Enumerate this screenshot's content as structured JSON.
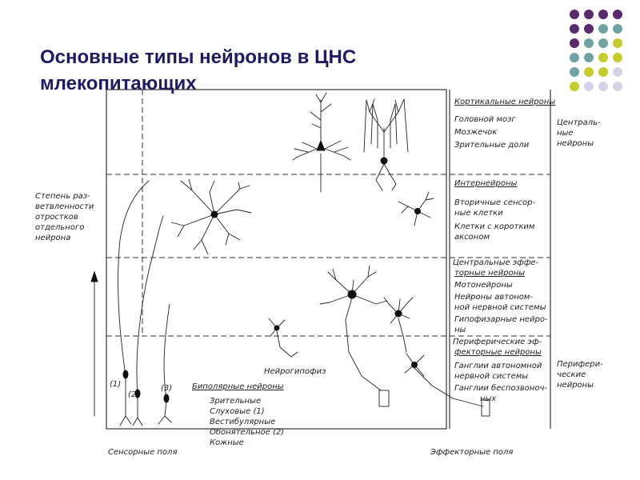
{
  "title": "Основные типы нейронов в ЦНС млекопитающих",
  "colors": {
    "title": "#1f1a66",
    "dot_purple": "#5b2a6e",
    "dot_teal": "#6fa3a3",
    "dot_yellow": "#c6cc2e",
    "dot_lavender": "#d6d3e8"
  },
  "left_axis_label": [
    "Степень раз-",
    "ветвленности",
    "отростков",
    "отдельного",
    "нейрона"
  ],
  "right_labels": {
    "central": [
      "Централь-",
      "ные",
      "нейроны"
    ],
    "peripheral": [
      "Перифери-",
      "ческие",
      "нейроны"
    ]
  },
  "sections": [
    {
      "header": "Кортикальные нейроны",
      "items": [
        "Головной мозг",
        "Мозжечок",
        "Зрительные доли"
      ]
    },
    {
      "header": "Интернейроны",
      "items": [
        "Вторичные сенсор-",
        "ные клетки",
        "Клетки с коротким",
        "аксоном"
      ]
    },
    {
      "header": "Центральные эффе-",
      "header2": "торные нейроны",
      "items": [
        "Мотонейроны",
        "Нейроны автоном-",
        "ной нервной системы",
        "Гипофизарные нейро-",
        "ны"
      ]
    },
    {
      "header": "Периферические эф-",
      "header2": "фекторные нейроны",
      "items": [
        "Ганглии автономной",
        "нервной системы",
        "Ганглии беспозвоноч-",
        "ных"
      ]
    }
  ],
  "bipolar": {
    "header": "Биполярные нейроны",
    "items": [
      "Зрительные",
      "Слуховые (1)",
      "Вестибулярные",
      "Обонятельное (2)",
      "Кожные"
    ]
  },
  "markers": [
    "(1)",
    "(2)",
    "(3)"
  ],
  "neurohypophysis_label": "Нейрогипофиз",
  "bottom": {
    "sensory": "Сенсорные поля",
    "effector": "Эффекторные поля"
  }
}
